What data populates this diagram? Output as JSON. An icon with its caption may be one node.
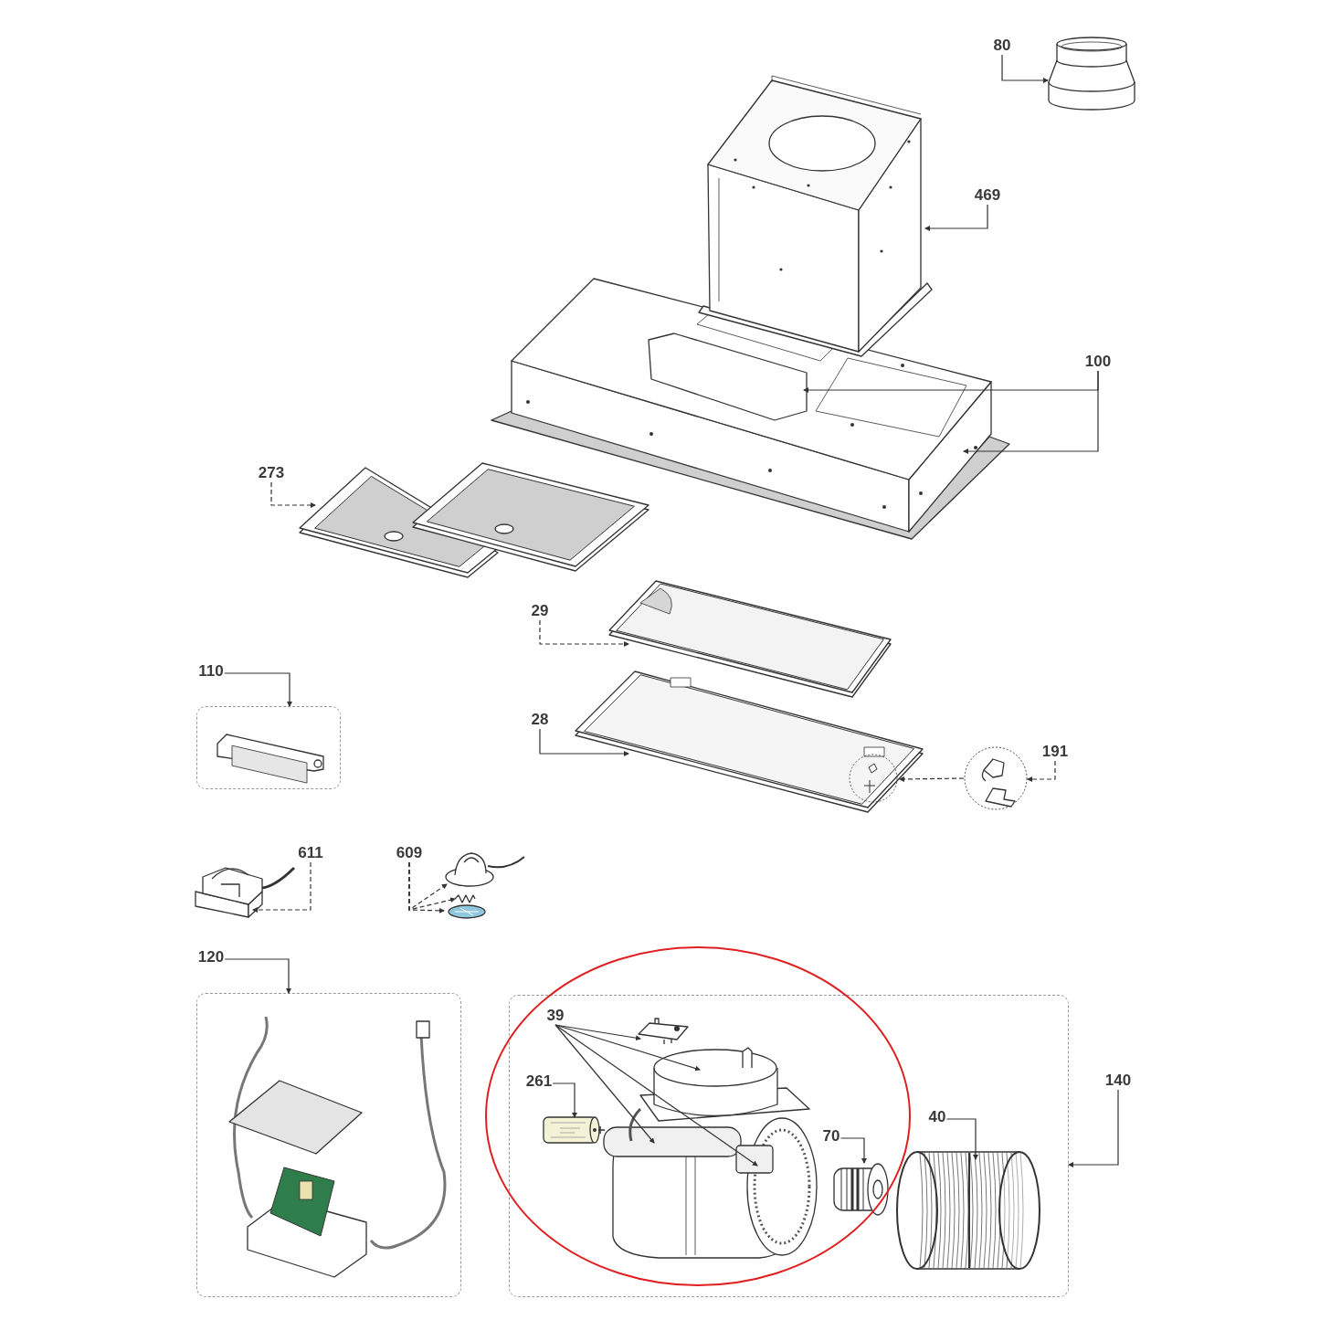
{
  "diagram": {
    "nodes": [
      {
        "text": [
          "80"
        ]
      },
      {
        "text": [],
        "shape": "picture"
      },
      {
        "text": [
          "469"
        ]
      },
      {
        "text": [],
        "shape": "picture"
      },
      {
        "text": [
          "100"
        ]
      },
      {
        "text": [],
        "shape": "picture"
      },
      {
        "text": [
          "273"
        ]
      },
      {
        "text": [],
        "shape": "picture"
      },
      {
        "text": [
          "29"
        ]
      },
      {
        "text": [],
        "shape": "picture"
      },
      {
        "text": [
          "28"
        ]
      },
      {
        "text": [],
        "shape": "picture"
      },
      {
        "text": [
          "191"
        ]
      },
      {
        "text": [],
        "shape": "picture"
      },
      {
        "text": [
          "110"
        ]
      },
      {
        "text": [],
        "shape": "box"
      },
      {
        "text": [
          "611"
        ]
      },
      {
        "text": [],
        "shape": "picture"
      },
      {
        "text": [
          "609"
        ]
      },
      {
        "text": [],
        "shape": "picture"
      },
      {
        "text": [],
        "shape": "picture"
      },
      {
        "text": [],
        "shape": "picture"
      },
      {
        "text": [
          "120"
        ]
      },
      {
        "text": [],
        "shape": "box"
      },
      {
        "text": [],
        "shape": "box"
      },
      {
        "text": [
          "39"
        ],
        "in": 24
      },
      {
        "text": [],
        "shape": "picture",
        "in": 24
      },
      {
        "text": [],
        "shape": "picture",
        "in": 24
      },
      {
        "text": [
          "261"
        ],
        "in": 24
      },
      {
        "text": [],
        "shape": "picture",
        "in": 24
      },
      {
        "text": [
          "70"
        ],
        "in": 24
      },
      {
        "text": [],
        "shape": "picture",
        "in": 24
      },
      {
        "text": [
          "40"
        ],
        "in": 24
      },
      {
        "text": [],
        "shape": "picture",
        "in": 24
      },
      {
        "text": [
          "140"
        ]
      }
    ],
    "edges": [
      {
        "from": 0,
        "to": 1,
        "arrow": "to"
      },
      {
        "from": 2,
        "to": 3,
        "arrow": "to"
      },
      {
        "from": 4,
        "to": 5,
        "arrow": "to"
      },
      {
        "from": 4,
        "to": 5,
        "arrow": "to"
      },
      {
        "from": 6,
        "to": 7,
        "arrow": "to",
        "style": "dashed"
      },
      {
        "from": 8,
        "to": 9,
        "arrow": "to",
        "style": "dashed"
      },
      {
        "from": 10,
        "to": 11,
        "arrow": "to"
      },
      {
        "from": 12,
        "to": 13,
        "arrow": "to",
        "style": "dashed"
      },
      {
        "from": 13,
        "to": 11,
        "arrow": "to",
        "style": "dashed"
      },
      {
        "from": 14,
        "to": 15,
        "arrow": "to"
      },
      {
        "from": 16,
        "to": 17,
        "arrow": "to",
        "style": "dashed"
      },
      {
        "from": 18,
        "to": 19,
        "arrow": "to",
        "style": "dashed"
      },
      {
        "from": 18,
        "to": 20,
        "arrow": "to",
        "style": "dashed"
      },
      {
        "from": 18,
        "to": 21,
        "arrow": "to",
        "style": "dashed"
      },
      {
        "from": 22,
        "to": 23,
        "arrow": "to"
      },
      {
        "from": 34,
        "to": 24,
        "arrow": "to"
      },
      {
        "from": 25,
        "to": 26,
        "arrow": "to"
      },
      {
        "from": 25,
        "to": 27,
        "arrow": "to"
      },
      {
        "from": 25,
        "to": 27,
        "arrow": "to"
      },
      {
        "from": 25,
        "to": 27,
        "arrow": "to"
      },
      {
        "from": 28,
        "to": 29,
        "arrow": "to"
      },
      {
        "from": 30,
        "to": 31,
        "arrow": "to"
      },
      {
        "from": 32,
        "to": 33,
        "arrow": "to"
      }
    ]
  }
}
